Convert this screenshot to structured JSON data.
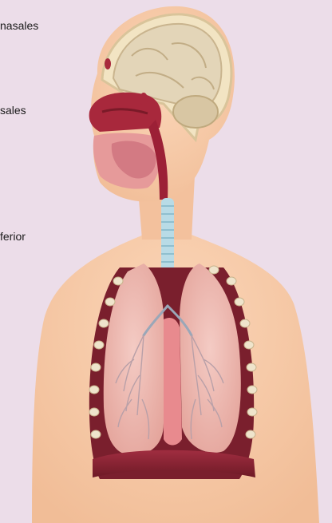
{
  "labels": [
    {
      "text": "nasales"
    },
    {
      "text": "sales"
    },
    {
      "text": "ferior"
    }
  ],
  "colors": {
    "background": "#ecdde9",
    "skin": "#f7c9a6",
    "lung": "#f0b8b0",
    "airway": "#b0324a",
    "trachea": "#b8dbe6",
    "diaphragm": "#8a2332"
  }
}
